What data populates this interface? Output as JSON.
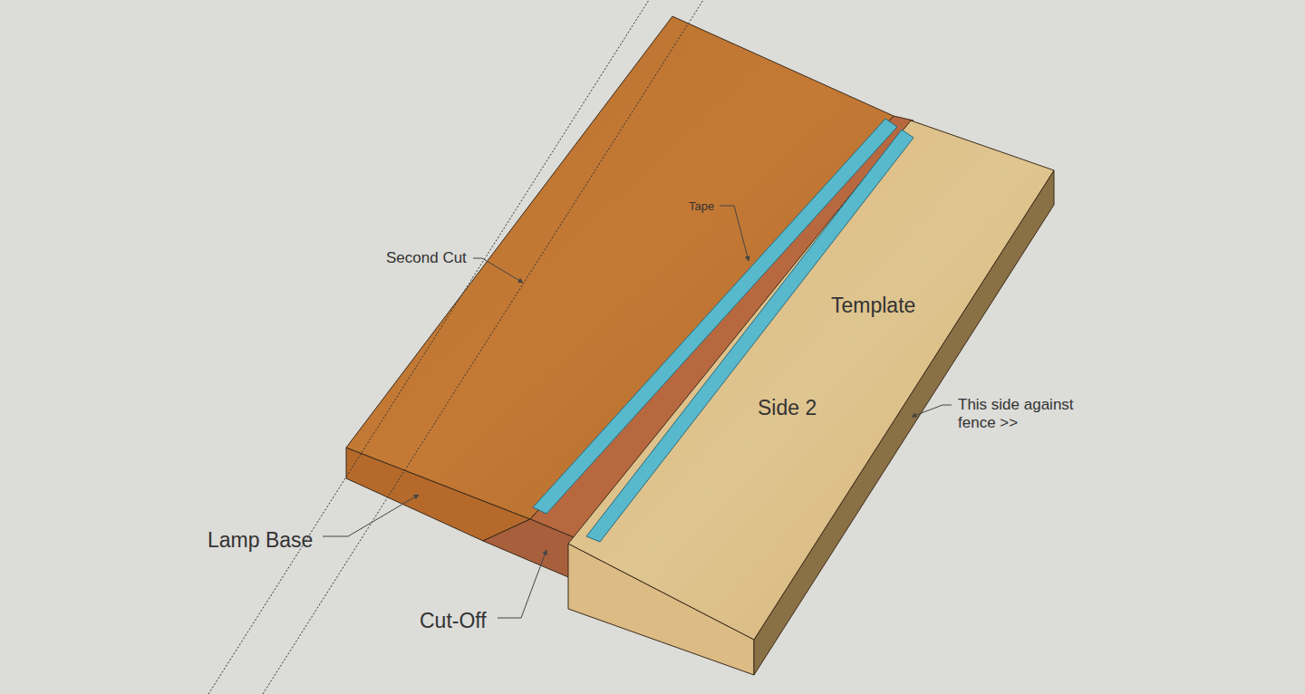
{
  "diagram": {
    "labels": [
      "Tape",
      "Second Cut",
      "Template",
      "Side 2",
      "This side against fence >>",
      "Lamp Base",
      "Cut-Off"
    ]
  }
}
